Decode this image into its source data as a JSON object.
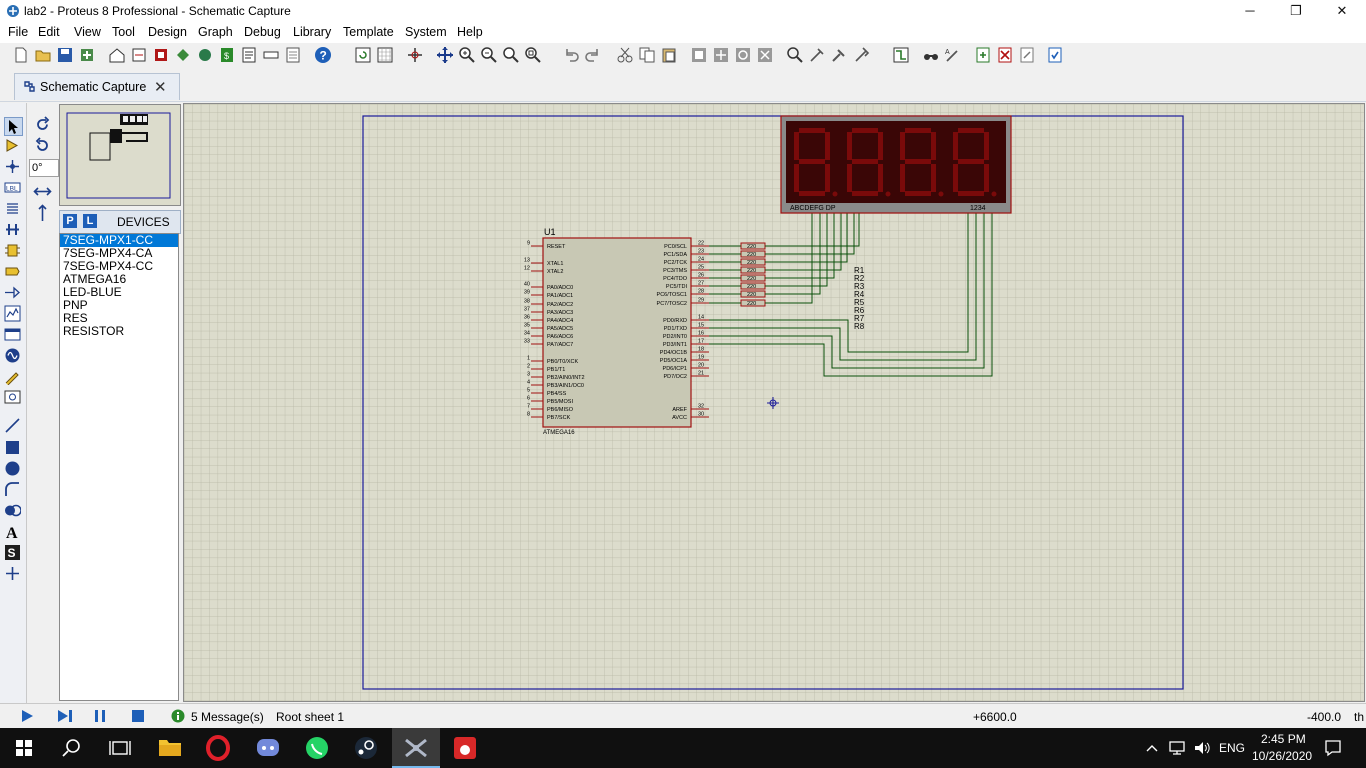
{
  "window": {
    "title": "lab2 - Proteus 8 Professional - Schematic Capture",
    "minimize": "─",
    "restore": "❐",
    "close": "✕"
  },
  "menu": [
    "File",
    "Edit",
    "View",
    "Tool",
    "Design",
    "Graph",
    "Debug",
    "Library",
    "Template",
    "System",
    "Help"
  ],
  "tab": {
    "label": "Schematic Capture",
    "close": "✕"
  },
  "rotation": {
    "angle": "0°"
  },
  "devices": {
    "p_label": "P",
    "l_label": "L",
    "title": "DEVICES",
    "items": [
      "7SEG-MPX1-CC",
      "7SEG-MPX4-CA",
      "7SEG-MPX4-CC",
      "ATMEGA16",
      "LED-BLUE",
      "PNP",
      "RES",
      "RESISTOR"
    ],
    "selected_index": 0
  },
  "schematic": {
    "mcu": {
      "ref": "U1",
      "name": "ATMEGA16",
      "left_pins": [
        {
          "num": "9",
          "name": "RESET"
        },
        {
          "num": "13",
          "name": "XTAL1"
        },
        {
          "num": "12",
          "name": "XTAL2"
        },
        {
          "num": "40",
          "name": "PA0/ADC0"
        },
        {
          "num": "39",
          "name": "PA1/ADC1"
        },
        {
          "num": "38",
          "name": "PA2/ADC2"
        },
        {
          "num": "37",
          "name": "PA3/ADC3"
        },
        {
          "num": "36",
          "name": "PA4/ADC4"
        },
        {
          "num": "35",
          "name": "PA5/ADC5"
        },
        {
          "num": "34",
          "name": "PA6/ADC6"
        },
        {
          "num": "33",
          "name": "PA7/ADC7"
        },
        {
          "num": "1",
          "name": "PB0/T0/XCK"
        },
        {
          "num": "2",
          "name": "PB1/T1"
        },
        {
          "num": "3",
          "name": "PB2/AIN0/INT2"
        },
        {
          "num": "4",
          "name": "PB3/AIN1/OC0"
        },
        {
          "num": "5",
          "name": "PB4/SS"
        },
        {
          "num": "6",
          "name": "PB5/MOSI"
        },
        {
          "num": "7",
          "name": "PB6/MISO"
        },
        {
          "num": "8",
          "name": "PB7/SCK"
        }
      ],
      "right_pins": [
        {
          "num": "22",
          "name": "PC0/SCL"
        },
        {
          "num": "23",
          "name": "PC1/SDA"
        },
        {
          "num": "24",
          "name": "PC2/TCK"
        },
        {
          "num": "25",
          "name": "PC3/TMS"
        },
        {
          "num": "26",
          "name": "PC4/TDO"
        },
        {
          "num": "27",
          "name": "PC5/TDI"
        },
        {
          "num": "28",
          "name": "PC6/TOSC1"
        },
        {
          "num": "29",
          "name": "PC7/TOSC2"
        },
        {
          "num": "14",
          "name": "PD0/RXD"
        },
        {
          "num": "15",
          "name": "PD1/TXD"
        },
        {
          "num": "16",
          "name": "PD2/INT0"
        },
        {
          "num": "17",
          "name": "PD3/INT1"
        },
        {
          "num": "18",
          "name": "PD4/OC1B"
        },
        {
          "num": "19",
          "name": "PD5/OC1A"
        },
        {
          "num": "20",
          "name": "PD6/ICP1"
        },
        {
          "num": "21",
          "name": "PD7/OC2"
        },
        {
          "num": "32",
          "name": "AREF"
        },
        {
          "num": "30",
          "name": "AVCC"
        }
      ]
    },
    "resistor_value": "220",
    "resistor_refs": [
      "R1",
      "R2",
      "R3",
      "R4",
      "R5",
      "R6",
      "R7",
      "R8"
    ],
    "display": {
      "segment_labels": "ABCDEFG DP",
      "digit_labels": "1234",
      "digit_count": 4,
      "segment_color": "#7a0a0a"
    }
  },
  "status": {
    "messages": "5 Message(s)",
    "sheet": "Root sheet 1",
    "coord_x": "+6600.0",
    "coord_y": "-400.0",
    "unit": "th"
  },
  "taskbar": {
    "lang": "ENG",
    "time": "2:45 PM",
    "date": "10/26/2020"
  },
  "colors": {
    "sheet": "#dcdccc",
    "grid": "#bdbdad",
    "border": "#1a1a9a",
    "component_fill": "#c8c8b4",
    "component_stroke": "#a01010",
    "wire": "#0a500a",
    "select": "#0078d7"
  }
}
